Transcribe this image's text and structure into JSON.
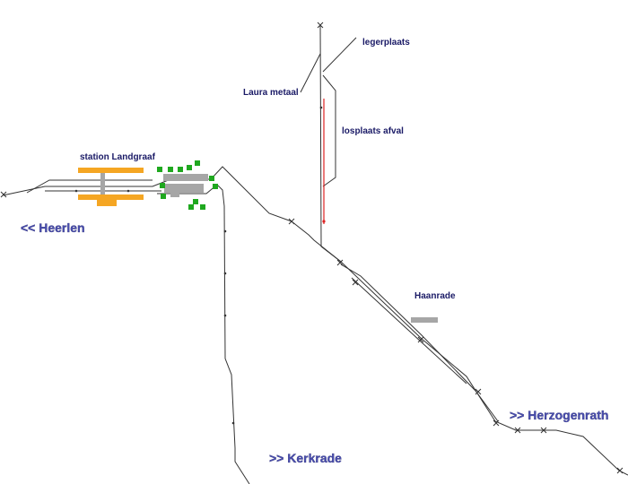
{
  "labels": {
    "station_landgraaf": "station Landgraaf",
    "heerlen": "<< Heerlen",
    "kerkrade": ">> Kerkrade",
    "herzogenrath": ">> Herzogenrath",
    "haanrade": "Haanrade",
    "laura_metaal": "Laura metaal",
    "legerplaats": "legerplaats",
    "losplaats_afval": "losplaats afval"
  },
  "colors": {
    "track": "#333333",
    "platform": "#f5a623",
    "signal_box": "#a6a6a6",
    "switch_lamp": "#1fa81f",
    "red_track": "#dd2222",
    "destination_text": "#4a4fb0",
    "label_text": "#1a1a66"
  }
}
